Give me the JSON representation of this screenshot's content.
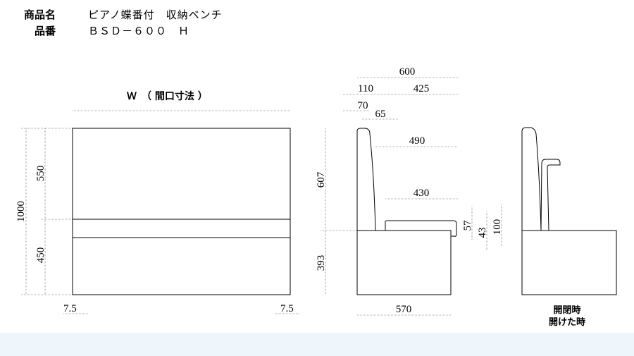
{
  "header": {
    "product_name_label": "商品名",
    "product_name": "ピアノ蝶番付　収納ベンチ",
    "product_code_label": "品番",
    "product_code": "ＢＳＤ－６００　Ｈ"
  },
  "front_view": {
    "width_label": "Ｗ　（ 間口寸法 ）",
    "height_total": "1000",
    "height_upper": "550",
    "height_lower": "450",
    "inset_left": "7.5",
    "inset_right": "7.5"
  },
  "side_view": {
    "depth_total": "600",
    "back_depth": "110",
    "seat_depth": "425",
    "back_top": "70",
    "back_offset": "65",
    "depth_490": "490",
    "depth_430": "430",
    "height_607": "607",
    "height_393": "393",
    "cushion_57": "57",
    "cushion_43": "43",
    "cushion_100": "100",
    "base_depth": "570"
  },
  "open_view": {
    "caption_line1": "開閉時",
    "caption_line2": "開けた時"
  }
}
